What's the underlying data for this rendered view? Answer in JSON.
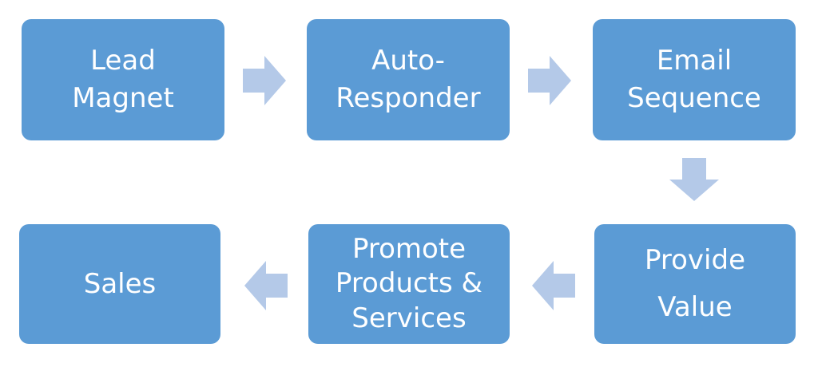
{
  "colors": {
    "box_fill": "#5b9bd5",
    "box_text": "#ffffff",
    "arrow_fill": "#b4c9e8"
  },
  "steps": [
    {
      "lines": [
        "Lead",
        "Magnet"
      ]
    },
    {
      "lines": [
        "Auto-",
        "Responder"
      ]
    },
    {
      "lines": [
        "Email",
        "Sequence"
      ]
    },
    {
      "lines": [
        "Provide",
        "Value"
      ]
    },
    {
      "lines": [
        "Promote",
        "Products &",
        "Services"
      ]
    },
    {
      "lines": [
        "Sales"
      ]
    }
  ],
  "arrows": [
    {
      "direction": "right",
      "icon": "arrow-right-icon"
    },
    {
      "direction": "right",
      "icon": "arrow-right-icon"
    },
    {
      "direction": "down",
      "icon": "arrow-down-icon"
    },
    {
      "direction": "left",
      "icon": "arrow-left-icon"
    },
    {
      "direction": "left",
      "icon": "arrow-left-icon"
    }
  ]
}
